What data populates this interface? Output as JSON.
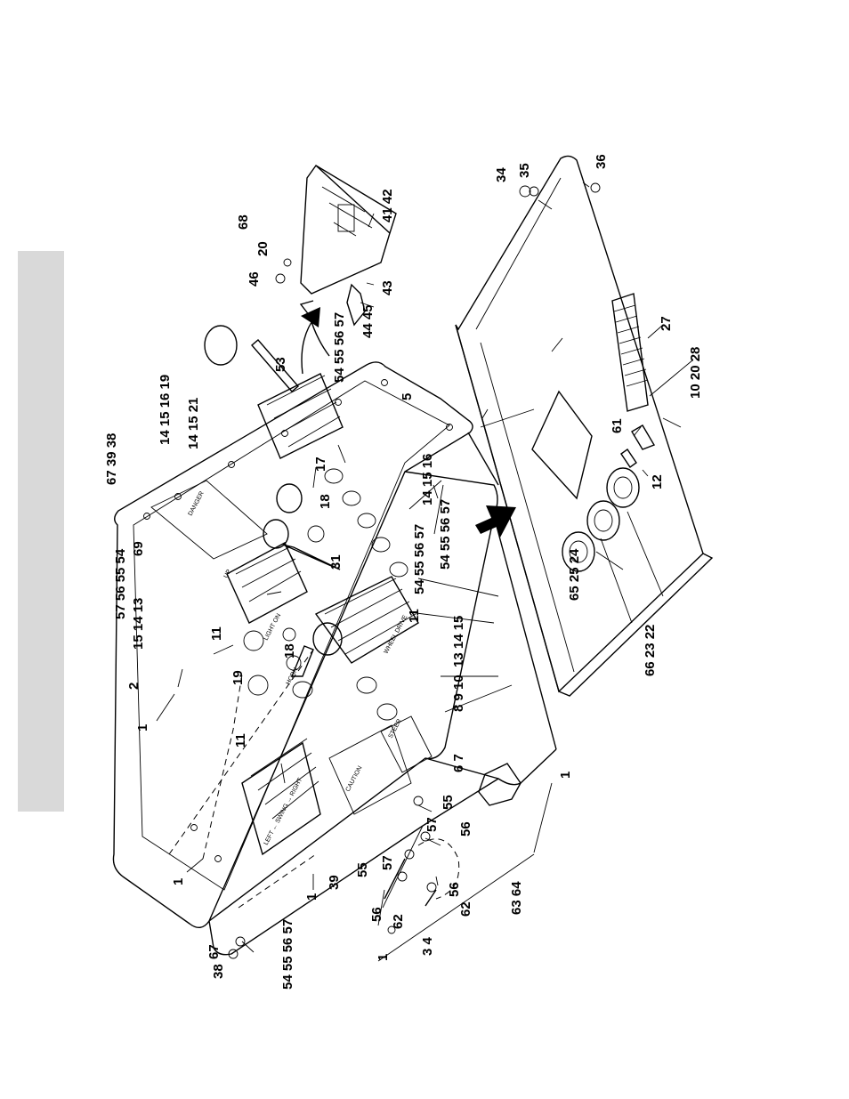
{
  "colors": {
    "ink": "#000000",
    "side_band": "#d9d9d9",
    "paper": "#ffffff"
  },
  "diagram": {
    "decals": {
      "swing": "LEFT ← SWING → RIGHT",
      "caution": "CAUTION",
      "danger": "DANGER",
      "light_on": "LIGHT ON",
      "horn": "HORN",
      "steer": "STEER",
      "boom_up": "UP",
      "wheel_drive": "WHEEL DRIVE"
    },
    "callouts": [
      {
        "id": "c1a",
        "text": "1"
      },
      {
        "id": "c2",
        "text": "2"
      },
      {
        "id": "c1b",
        "text": "1"
      },
      {
        "id": "c1c",
        "text": "1"
      },
      {
        "id": "c1d",
        "text": "1"
      },
      {
        "id": "c1e",
        "text": "1"
      },
      {
        "id": "c67a",
        "text": "67"
      },
      {
        "id": "c38a",
        "text": "38"
      },
      {
        "id": "c5457",
        "text": "54 55 56 57"
      },
      {
        "id": "c39a",
        "text": "39"
      },
      {
        "id": "c55a",
        "text": "55"
      },
      {
        "id": "c57a",
        "text": "57"
      },
      {
        "id": "c56a",
        "text": "56"
      },
      {
        "id": "c62a",
        "text": "62"
      },
      {
        "id": "c34",
        "text": "3 4"
      },
      {
        "id": "c56b",
        "text": "56"
      },
      {
        "id": "c62b",
        "text": "62"
      },
      {
        "id": "c6364",
        "text": "63 64"
      },
      {
        "id": "c56c",
        "text": "56"
      },
      {
        "id": "c57b",
        "text": "57"
      },
      {
        "id": "c55b",
        "text": "55"
      },
      {
        "id": "c11a",
        "text": "11"
      },
      {
        "id": "c19a",
        "text": "19"
      },
      {
        "id": "c1513",
        "text": "15 14 13"
      },
      {
        "id": "c575654",
        "text": "57 56 55 54"
      },
      {
        "id": "c69",
        "text": "69"
      },
      {
        "id": "c673938",
        "text": "67 39 38"
      },
      {
        "id": "c11b",
        "text": "11"
      },
      {
        "id": "c18a",
        "text": "18"
      },
      {
        "id": "c67",
        "text": "6 7"
      },
      {
        "id": "c81011",
        "text": "8 9 10"
      },
      {
        "id": "c13141515",
        "text": "13 14 15"
      },
      {
        "id": "c11c",
        "text": "11"
      },
      {
        "id": "c5457b",
        "text": "54 55 56 57"
      },
      {
        "id": "c5457c",
        "text": "54 55 56 57"
      },
      {
        "id": "c31",
        "text": "31"
      },
      {
        "id": "c18b",
        "text": "18"
      },
      {
        "id": "c17",
        "text": "17"
      },
      {
        "id": "c141516",
        "text": "14 15 16"
      },
      {
        "id": "c14151621",
        "text": "14 15 21"
      },
      {
        "id": "c14151619",
        "text": "14 15 16 19"
      },
      {
        "id": "c5",
        "text": "5"
      },
      {
        "id": "c53",
        "text": "53"
      },
      {
        "id": "c5457d",
        "text": "54 55 56 57"
      },
      {
        "id": "c4445",
        "text": "44 45"
      },
      {
        "id": "c43",
        "text": "43"
      },
      {
        "id": "c4142",
        "text": "41 42"
      },
      {
        "id": "c46",
        "text": "46"
      },
      {
        "id": "c20a",
        "text": "20"
      },
      {
        "id": "c68",
        "text": "68"
      },
      {
        "id": "c34b",
        "text": "34"
      },
      {
        "id": "c35",
        "text": "35"
      },
      {
        "id": "c36",
        "text": "36"
      },
      {
        "id": "c27",
        "text": "27"
      },
      {
        "id": "c102028",
        "text": "10 20 28"
      },
      {
        "id": "c61",
        "text": "61"
      },
      {
        "id": "c12",
        "text": "12"
      },
      {
        "id": "c652524",
        "text": "65 25 24"
      },
      {
        "id": "c662322",
        "text": "66 23 22"
      }
    ]
  }
}
